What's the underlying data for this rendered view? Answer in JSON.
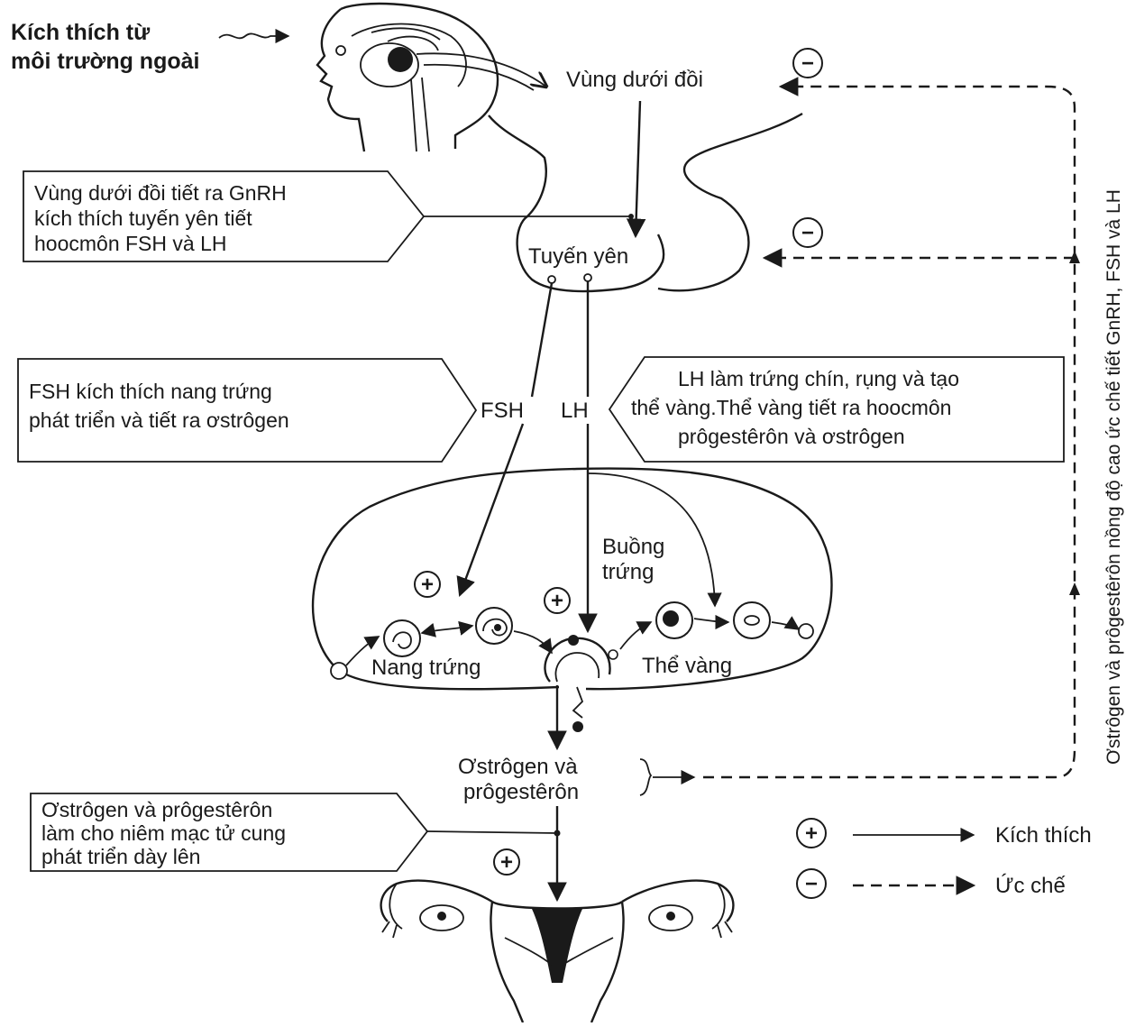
{
  "stimulus": {
    "line1": "Kích thích từ",
    "line2": "môi trường ngoài"
  },
  "nodes": {
    "hypothalamus": "Vùng dưới đồi",
    "pituitary": "Tuyến yên",
    "fsh": "FSH",
    "lh": "LH",
    "ovary_line1": "Buồng",
    "ovary_line2": "trứng",
    "follicle": "Nang trứng",
    "corpus_luteum": "Thể vàng",
    "hormones_line1": "Ơstrôgen và",
    "hormones_line2": "prôgestêrôn"
  },
  "notes": {
    "gnrh": [
      "Vùng dưới đồi tiết ra GnRH",
      "kích thích tuyến yên tiết",
      "hoocmôn FSH và LH"
    ],
    "fsh": [
      "FSH kích thích nang trứng",
      "phát triển và tiết ra ơstrôgen"
    ],
    "lh": [
      "LH làm trứng chín, rụng và tạo",
      "thể vàng.Thể vàng tiết ra hoocmôn",
      "prôgestêrôn và ơstrôgen"
    ],
    "uterus": [
      "Ơstrôgen và prôgestêrôn",
      "làm cho niêm mạc tử cung",
      "phát triển dày lên"
    ]
  },
  "feedback_label": "Ơstrôgen và prôgestêrôn nồng độ cao ức chế tiết GnRH, FSH và LH",
  "signs": {
    "plus": "+",
    "minus": "−"
  },
  "legend": {
    "stimulate": "Kích thích",
    "inhibit": "Ức chế"
  }
}
